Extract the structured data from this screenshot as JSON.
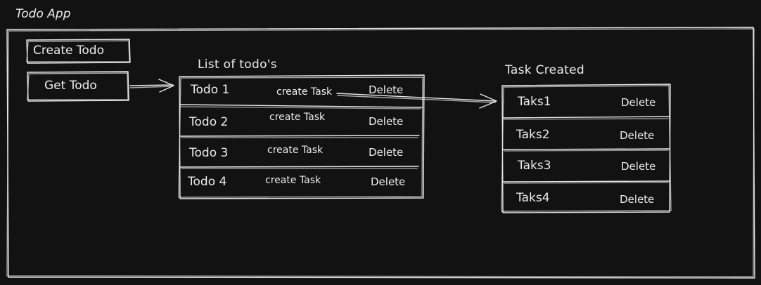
{
  "app": {
    "title": "Todo App"
  },
  "buttons": {
    "create_todo": "Create Todo",
    "get_todo": "Get Todo"
  },
  "todo_list": {
    "title": "List of todo's",
    "items": [
      {
        "name": "Todo 1",
        "create_task": "create Task",
        "delete": "Delete"
      },
      {
        "name": "Todo 2",
        "create_task": "create Task",
        "delete": "Delete"
      },
      {
        "name": "Todo 3",
        "create_task": "create Task",
        "delete": "Delete"
      },
      {
        "name": "Todo 4",
        "create_task": "create Task",
        "delete": "Delete"
      }
    ]
  },
  "task_list": {
    "title": "Task Created",
    "items": [
      {
        "name": "Taks1",
        "delete": "Delete"
      },
      {
        "name": "Taks2",
        "delete": "Delete"
      },
      {
        "name": "Taks3",
        "delete": "Delete"
      },
      {
        "name": "Taks4",
        "delete": "Delete"
      }
    ]
  },
  "colors": {
    "background": "#121212",
    "stroke": "#e8e8e8"
  }
}
